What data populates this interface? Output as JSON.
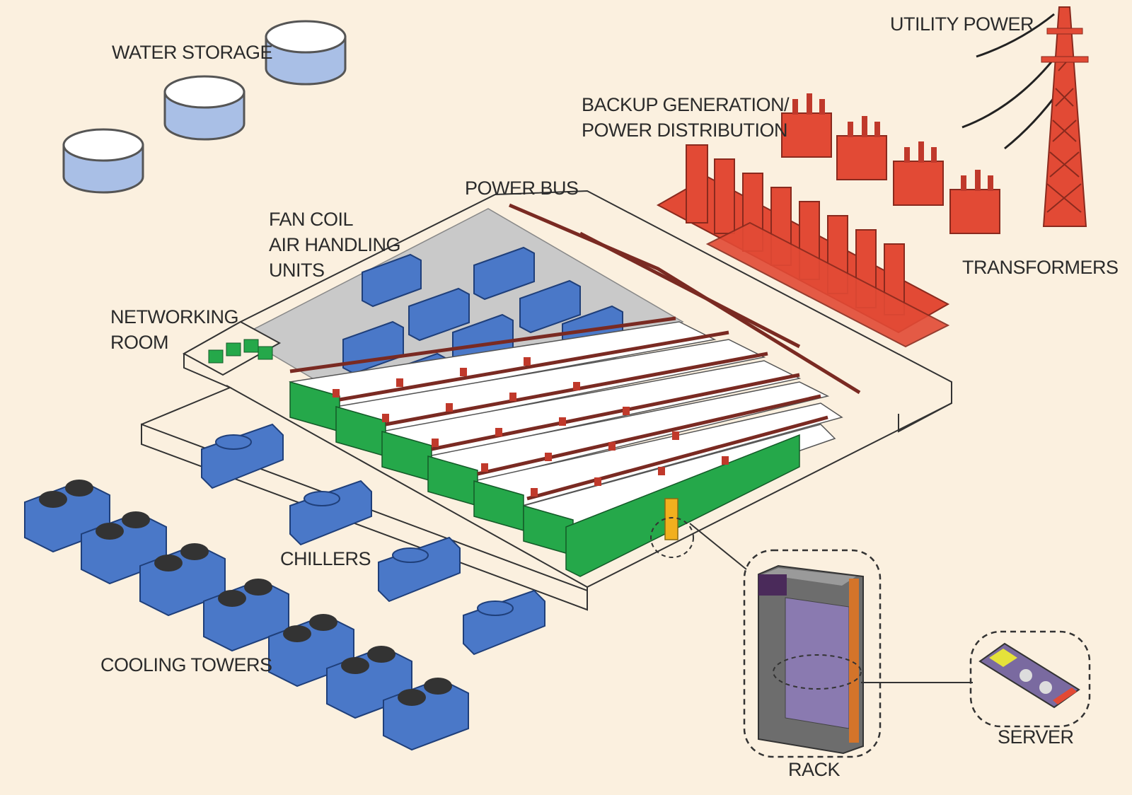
{
  "labels": {
    "water_storage": "WATER STORAGE",
    "utility_power": "UTILITY POWER",
    "backup_generation": [
      "BACKUP GENERATION/",
      "POWER DISTRIBUTION"
    ],
    "power_bus": "POWER BUS",
    "fan_coil": [
      "FAN COIL",
      "AIR HANDLING",
      "UNITS"
    ],
    "networking_room": [
      "NETWORKING",
      "ROOM"
    ],
    "transformers": "TRANSFORMERS",
    "chillers": "CHILLERS",
    "cooling_towers": "COOLING TOWERS",
    "rack": "RACK",
    "server": "SERVER"
  },
  "colors": {
    "background": "#fbf0df",
    "tank": "#a9bfe6",
    "power": "#e24a35",
    "cooling": "#4a78c8",
    "rack_green": "#25a84a",
    "bus": "#7a2a22",
    "highlight": "#f2b01e"
  },
  "icons": [
    "water-tank-icon",
    "power-pylon-icon",
    "transformer-icon",
    "generator-icon",
    "air-handler-icon",
    "chiller-icon",
    "cooling-tower-icon",
    "rack-icon",
    "server-icon"
  ]
}
